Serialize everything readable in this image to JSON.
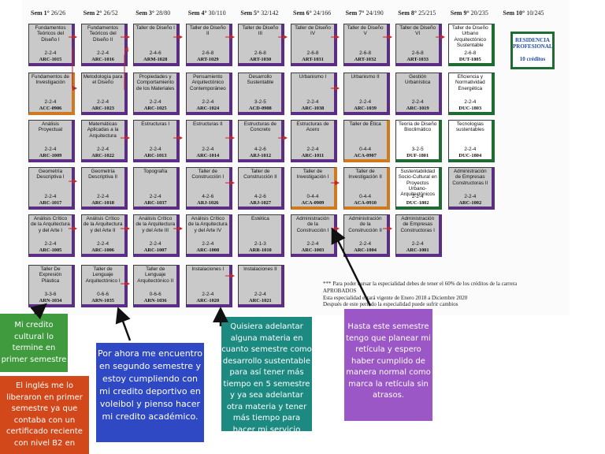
{
  "semesters": [
    {
      "label": "Sem 1°",
      "progress": "26/26"
    },
    {
      "label": "Sem 2°",
      "progress": "26/52"
    },
    {
      "label": "Sem 3°",
      "progress": "28/80"
    },
    {
      "label": "Sem 4°",
      "progress": "30/110"
    },
    {
      "label": "Sem 5°",
      "progress": "32/142"
    },
    {
      "label": "Sem 6°",
      "progress": "24/166"
    },
    {
      "label": "Sem 7°",
      "progress": "24/190"
    },
    {
      "label": "Sem 8°",
      "progress": "25/215"
    },
    {
      "label": "Sem 9°",
      "progress": "20/235"
    },
    {
      "label": "Sem 10°",
      "progress": "10/245"
    }
  ],
  "courses": [
    {
      "col": 0,
      "row": 0,
      "name": "Fundamentos Teóricos del Diseño I",
      "credits": "2-2-4",
      "code": "ARC-1015"
    },
    {
      "col": 0,
      "row": 1,
      "name": "Fundamentos de Investigación",
      "credits": "2-2-4",
      "code": "ACC-0906",
      "color": "orange"
    },
    {
      "col": 0,
      "row": 2,
      "name": "Análisis Proyectual",
      "credits": "2-2-4",
      "code": "ARC-1009"
    },
    {
      "col": 0,
      "row": 3,
      "name": "Geometría Descriptiva I",
      "credits": "2-2-4",
      "code": "ARC-1017"
    },
    {
      "col": 0,
      "row": 4,
      "name": "Análisis Crítico de la Arquitectura y del Arte I",
      "credits": "2-2-4",
      "code": "ARC-1005"
    },
    {
      "col": 0,
      "row": 5,
      "name": "Taller De Expresión Plástica",
      "credits": "3-3-6",
      "code": "ARN-1034"
    },
    {
      "col": 1,
      "row": 0,
      "name": "Fundamentos Teóricos del Diseño II",
      "credits": "2-2-4",
      "code": "ARC-1016"
    },
    {
      "col": 1,
      "row": 1,
      "name": "Metodología para el Diseño",
      "credits": "2-2-4",
      "code": "ARC-1023"
    },
    {
      "col": 1,
      "row": 2,
      "name": "Matemáticas Aplicadas a la Arquitectura",
      "credits": "2-2-4",
      "code": "ARC-1022"
    },
    {
      "col": 1,
      "row": 3,
      "name": "Geometría Descriptiva II",
      "credits": "2-2-4",
      "code": "ARC-1018"
    },
    {
      "col": 1,
      "row": 4,
      "name": "Análisis Crítico de la Arquitectura y del Arte II",
      "credits": "2-2-4",
      "code": "ARC-1006"
    },
    {
      "col": 1,
      "row": 5,
      "name": "Taller de Lenguaje Arquitectónico I",
      "credits": "0-6-6",
      "code": "ARN-1035"
    },
    {
      "col": 2,
      "row": 0,
      "name": "Taller de Diseño I",
      "credits": "2-4-6",
      "code": "ARM-1028"
    },
    {
      "col": 2,
      "row": 1,
      "name": "Propiedades y Comportamiento de los Materiales",
      "credits": "2-2-4",
      "code": "ARC-1025"
    },
    {
      "col": 2,
      "row": 2,
      "name": "Estructuras I",
      "credits": "2-2-4",
      "code": "ARC-1013"
    },
    {
      "col": 2,
      "row": 3,
      "name": "Topografía",
      "credits": "2-2-4",
      "code": "ARC-1037"
    },
    {
      "col": 2,
      "row": 4,
      "name": "Análisis Crítico de la Arquitectura y del Arte III",
      "credits": "2-2-4",
      "code": "ARC-1007"
    },
    {
      "col": 2,
      "row": 5,
      "name": "Taller de Lenguaje Arquitectónico II",
      "credits": "0-6-6",
      "code": "ARN-1036"
    },
    {
      "col": 3,
      "row": 0,
      "name": "Taller de Diseño II",
      "credits": "2-6-8",
      "code": "ART-1029"
    },
    {
      "col": 3,
      "row": 1,
      "name": "Pensamiento Arquitectónico Contemporáneo",
      "credits": "2-2-4",
      "code": "ARC-1024"
    },
    {
      "col": 3,
      "row": 2,
      "name": "Estructuras II",
      "credits": "2-2-4",
      "code": "ARC-1014"
    },
    {
      "col": 3,
      "row": 3,
      "name": "Taller de Construcción I",
      "credits": "4-2-6",
      "code": "ARJ-1026"
    },
    {
      "col": 3,
      "row": 4,
      "name": "Análisis Crítico de la Arquitectura y del Arte IV",
      "credits": "2-2-4",
      "code": "ARC-1008"
    },
    {
      "col": 3,
      "row": 5,
      "name": "Instalaciones I",
      "credits": "2-2-4",
      "code": "ARC-1020"
    },
    {
      "col": 4,
      "row": 0,
      "name": "Taller de Diseño III",
      "credits": "2-6-8",
      "code": "ART-1030"
    },
    {
      "col": 4,
      "row": 1,
      "name": "Desarrollo Sustentable",
      "credits": "3-2-5",
      "code": "ACD-0908"
    },
    {
      "col": 4,
      "row": 2,
      "name": "Estructuras de Concreto",
      "credits": "4-2-6",
      "code": "ARJ-1012"
    },
    {
      "col": 4,
      "row": 3,
      "name": "Taller de Construcción II",
      "credits": "4-2-6",
      "code": "ARJ-1027"
    },
    {
      "col": 4,
      "row": 4,
      "name": "Estética",
      "credits": "2-1-3",
      "code": "ARR-1010"
    },
    {
      "col": 4,
      "row": 5,
      "name": "Instalaciones II",
      "credits": "2-2-4",
      "code": "ARC-1021"
    },
    {
      "col": 5,
      "row": 0,
      "name": "Taller de Diseño IV",
      "credits": "2-6-8",
      "code": "ART-1031"
    },
    {
      "col": 5,
      "row": 1,
      "name": "Urbanismo I",
      "credits": "2-2-4",
      "code": "ARC-1038"
    },
    {
      "col": 5,
      "row": 2,
      "name": "Estructuras de Acero",
      "credits": "2-2-4",
      "code": "ARC-1011"
    },
    {
      "col": 5,
      "row": 3,
      "name": "Taller de Investigación I",
      "credits": "0-4-4",
      "code": "ACA-0909",
      "color": "orange"
    },
    {
      "col": 5,
      "row": 4,
      "name": "Administración de la Construcción I",
      "credits": "2-2-4",
      "code": "ARC-1003"
    },
    {
      "col": 6,
      "row": 0,
      "name": "Taller de Diseño V",
      "credits": "2-6-8",
      "code": "ART-1032"
    },
    {
      "col": 6,
      "row": 1,
      "name": "Urbanismo II",
      "credits": "2-2-4",
      "code": "ARC-1039"
    },
    {
      "col": 6,
      "row": 2,
      "name": "Taller de Ética",
      "credits": "0-4-4",
      "code": "ACA-0907",
      "color": "orange"
    },
    {
      "col": 6,
      "row": 3,
      "name": "Taller de Investigación II",
      "credits": "0-4-4",
      "code": "ACA-0910",
      "color": "orange"
    },
    {
      "col": 6,
      "row": 4,
      "name": "Administración de la Construcción II",
      "credits": "2-2-4",
      "code": "ARC-1004"
    },
    {
      "col": 7,
      "row": 0,
      "name": "Taller de Diseño VI",
      "credits": "2-6-8",
      "code": "ART-1033"
    },
    {
      "col": 7,
      "row": 1,
      "name": "Gestión Urbanística",
      "credits": "2-2-4",
      "code": "ARC-1019"
    },
    {
      "col": 7,
      "row": 2,
      "name": "Teoría de Diseño Bioclimático",
      "credits": "3-2-5",
      "code": "DUF-1801",
      "color": "green"
    },
    {
      "col": 7,
      "row": 3,
      "name": "Sustentabilidad Socio-Cultural en Proyectos Urbano-Arquitectónicos",
      "credits": "2-2-4",
      "code": "DUC-1802",
      "color": "green"
    },
    {
      "col": 7,
      "row": 4,
      "name": "Administración de Empresas Constructoras I",
      "credits": "2-2-4",
      "code": "ARC-1001"
    },
    {
      "col": 8,
      "row": 0,
      "name": "Taller de Diseño Urbano Arquitectónico Sustentable",
      "credits": "2-6-8",
      "code": "DUT-1805",
      "color": "green"
    },
    {
      "col": 8,
      "row": 1,
      "name": "Eficiencia y Normatividad Energética",
      "credits": "2-2-4",
      "code": "DUC-1803",
      "color": "green"
    },
    {
      "col": 8,
      "row": 2,
      "name": "Tecnologías sustentables",
      "credits": "2-2-4",
      "code": "DUC-1804",
      "color": "green"
    },
    {
      "col": 8,
      "row": 3,
      "name": "Administración de Empresas Constructoras II",
      "credits": "2-2-4",
      "code": "ARC-1002"
    }
  ],
  "residencia": {
    "title": "RESIDENCIA PROFESIONAL",
    "credits": "10 créditos"
  },
  "footnote": {
    "line1": "*** Para poder cursar la especialidad debes de tener el 60% de los créditos de la carrera APROBADOS",
    "line2": "Esta especialidad estará vigente de Enero 2018 a Diciembre 2020",
    "line3": "Después de este periodo la especialidad puede sufrir cambios"
  },
  "annotations": {
    "credit_culture": "Mi credito cultural lo termine en primer semestre",
    "english": "El inglés me lo liberaron en primer semestre ya que contaba con un certificado reciente con nivel B2 en",
    "sports": "Por ahora me encuentro en segundo semestre y estoy cumpliendo con mi credito deportivo en voleibol y pienso hacer mi credito académico.",
    "advance": "Quisiera adelantar alguna materia en cuanto semestre como desarrollo sustentable para así tener más tiempo en 5 semestre y ya sea adelantar otra materia y tener más tiempo para hacer mi servicio social.",
    "planning": "Hasta este semestre tengo que planear mi retícula y espero haber cumplido de manera normal como marca la retícula sin atrasos."
  }
}
